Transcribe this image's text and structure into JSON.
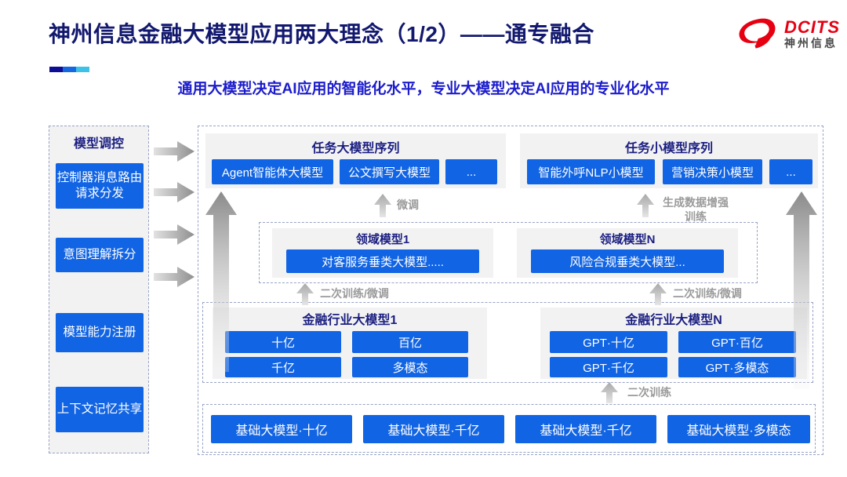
{
  "page": {
    "title": "神州信息金融大模型应用两大理念（1/2）——通专融合",
    "subtitle": "通用大模型决定AI应用的智能化水平，专业大模型决定AI应用的专业化水平"
  },
  "logo": {
    "brand": "DCITS",
    "brand_cn": "神州信息"
  },
  "colors": {
    "title_navy": "#12186E",
    "header_navy": "#1B1F80",
    "subtitle_blue": "#1C1CCC",
    "node_blue": "#1164E3",
    "panel_gray": "#F2F2F3",
    "dashed_border": "#98A3C6",
    "arrow_gray": "#9A9A9A",
    "logo_red": "#E60012",
    "underline_cyan": "#3EC1E9"
  },
  "sidebar": {
    "title": "模型调控",
    "items": [
      "控制器消息路由请求分发",
      "意图理解拆分",
      "模型能力注册",
      "上下文记忆共享"
    ]
  },
  "top_groups": [
    {
      "title": "任务大模型序列",
      "items": [
        "Agent智能体大模型",
        "公文撰写大模型",
        "..."
      ]
    },
    {
      "title": "任务小模型序列",
      "items": [
        "智能外呼NLP小模型",
        "营销决策小模型",
        "..."
      ]
    }
  ],
  "labels": {
    "fine_tune": "微调",
    "gen_augment": "生成数据增强训练",
    "retrain_finetune_left": "二次训练/微调",
    "retrain_finetune_right": "二次训练/微调",
    "retrain": "二次训练"
  },
  "domain_groups": [
    {
      "title": "领域模型1",
      "item": "对客服务垂类大模型....."
    },
    {
      "title": "领域模型N",
      "item": "风险合规垂类大模型..."
    }
  ],
  "industry_groups": [
    {
      "title": "金融行业大模型1",
      "items": [
        "十亿",
        "百亿",
        "千亿",
        "多模态"
      ]
    },
    {
      "title": "金融行业大模型N",
      "items": [
        "GPT·十亿",
        "GPT·百亿",
        "GPT·千亿",
        "GPT·多模态"
      ]
    }
  ],
  "base_models": {
    "items": [
      "基础大模型·十亿",
      "基础大模型·千亿",
      "基础大模型·千亿",
      "基础大模型·多模态"
    ]
  }
}
